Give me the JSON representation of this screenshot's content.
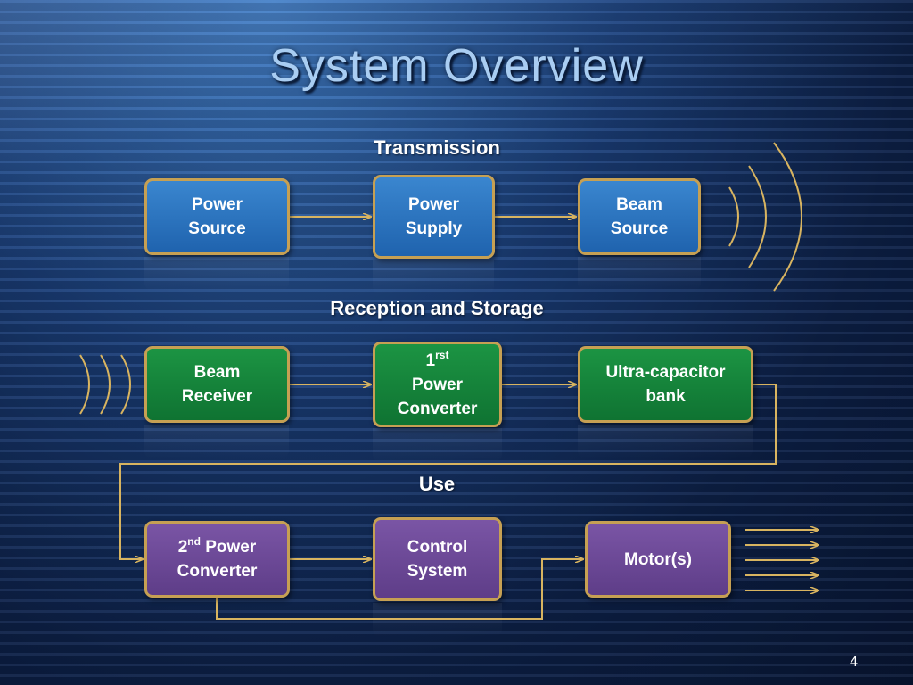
{
  "slide": {
    "title": "System Overview",
    "page_number": "4"
  },
  "sections": {
    "transmission": "Transmission",
    "reception": "Reception and Storage",
    "use": "Use"
  },
  "boxes": {
    "power_source": [
      "Power",
      "Source"
    ],
    "power_supply": [
      "Power",
      "Supply"
    ],
    "beam_source": [
      "Beam",
      "Source"
    ],
    "beam_receiver": [
      "Beam",
      "Receiver"
    ],
    "first_converter": {
      "number": "1",
      "ordinal": "rst",
      "line2": "Power",
      "line3": "Converter"
    },
    "ultracap": [
      "Ultra-capacitor",
      "bank"
    ],
    "second_converter": {
      "number": "2",
      "ordinal": "nd",
      "line1_rest": " Power",
      "line2": "Converter"
    },
    "control_system": [
      "Control",
      "System"
    ],
    "motors": [
      "Motor(s)"
    ]
  },
  "colors": {
    "transmission_fill": "#2a74c0",
    "reception_fill": "#138038",
    "use_fill": "#6a4896",
    "border": "#c6a053"
  }
}
